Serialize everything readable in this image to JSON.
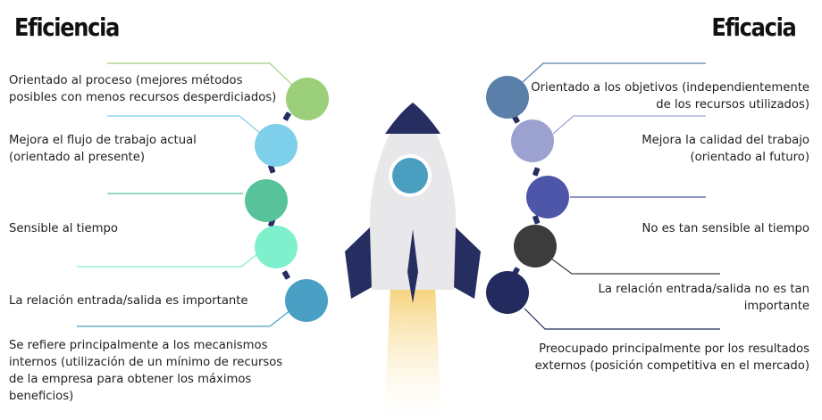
{
  "left": {
    "title": "Eficiencia",
    "items": [
      "Orientado al proceso (mejores métodos\nposibles con menos recursos desperdiciados)",
      "Mejora el flujo de trabajo actual\n(orientado al presente)",
      "Sensible al tiempo",
      "La relación entrada/salida es importante",
      "Se refiere principalmente a los mecanismos\ninternos (utilización de un mínimo de recursos\nde la empresa para obtener los máximos\nbeneficios)"
    ],
    "node_colors": [
      "#9ccf7a",
      "#7ecfe9",
      "#58c29a",
      "#7ef0cc",
      "#4aa0c4"
    ]
  },
  "right": {
    "title": "Eficacia",
    "items": [
      "Orientado a los objetivos (independientemente\nde los recursos utilizados)",
      "Mejora la calidad del trabajo\n(orientado al futuro)",
      "No es tan sensible al tiempo",
      "La relación entrada/salida no es tan\nimportante",
      "Preocupado principalmente por los resultados\nexternos (posición competitiva en el mercado)"
    ],
    "node_colors": [
      "#5a7fa9",
      "#9ca2d0",
      "#4d56a8",
      "#3c3c3c",
      "#232a5e"
    ]
  },
  "rocket": {
    "body_color": "#e8e8ea",
    "fin_color": "#262d60",
    "window_color": "#4a9fc1",
    "flame_color": "#f7d780"
  }
}
